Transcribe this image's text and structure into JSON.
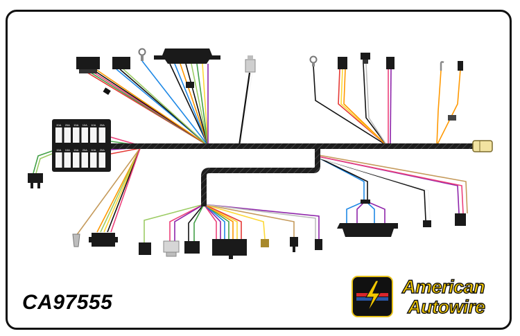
{
  "part_number": "CA97555",
  "brand": {
    "line1": "American",
    "line2": "Autowire",
    "colors": {
      "yellow": "#f2c700",
      "red": "#d9262c",
      "blue": "#2956a4",
      "badge": "#111111"
    }
  },
  "harness": {
    "trunk_color": "#1e1e1e",
    "wire_colors": [
      "#e53935",
      "#ff9800",
      "#fdd835",
      "#43a047",
      "#1e88e5",
      "#8e24aa",
      "#ec407a",
      "#8d6e63",
      "#f5f5f5",
      "#111111",
      "#bdbdbd",
      "#9ccc65"
    ],
    "fuse_panel_labels": [
      "20A",
      "20A",
      "15A",
      "10A",
      "10A",
      "20A",
      "15A",
      "10A",
      "15A",
      "20A",
      "10A",
      "20A"
    ]
  }
}
